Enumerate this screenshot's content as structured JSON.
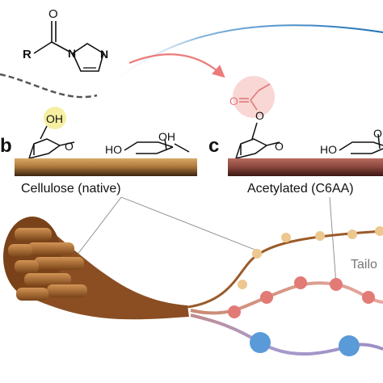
{
  "reagent": {
    "r_group": "R",
    "oxygen": "O",
    "nitrogen": "N"
  },
  "panel_b": {
    "letter": "b",
    "hydroxyl_label": "OH",
    "ring_oxygen": "O",
    "neighbor_hydroxyl": "OH",
    "neighbor_ho": "HO",
    "caption": "Cellulose (native)"
  },
  "panel_c": {
    "letter": "c",
    "ring_oxygen": "O",
    "neighbor_ho": "HO",
    "neighbor_partial": "O",
    "caption": "Acetylated (C6AA)"
  },
  "fibers": {
    "tailored_label": "Tailo"
  },
  "colors": {
    "cellulose_surface": "#b07a3c",
    "acetylated_surface": "#8e4a40",
    "highlight_yellow": "#f6efa2",
    "highlight_pink": "#f9d7d4",
    "reaction_arrow": "#ec7a7a",
    "blue_curve": "#1e73b8",
    "fiber_brown": "#9a5a2a",
    "fiber_gold_dots": "#ecc78e",
    "fiber_pink_dots": "#e27b76",
    "fiber_blue_dots": "#5a9ad8",
    "fiber_lavender": "#9e90c8"
  }
}
